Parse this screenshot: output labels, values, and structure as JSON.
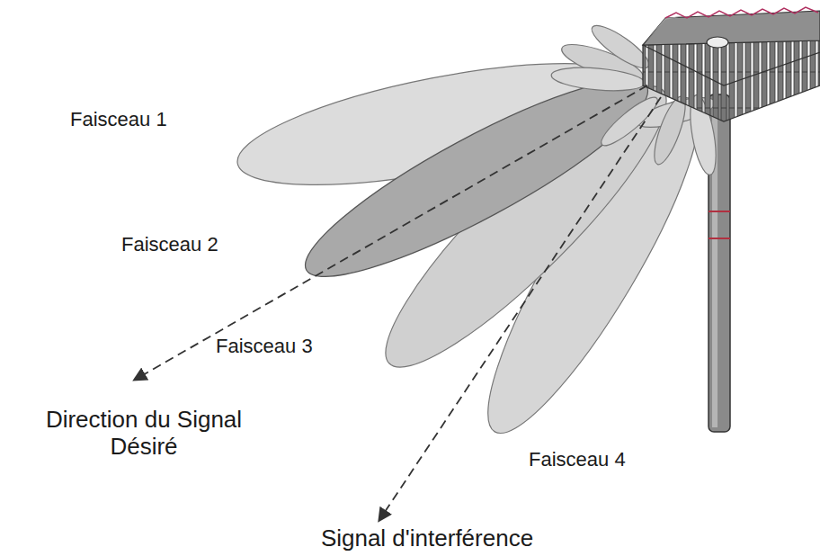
{
  "diagram": {
    "labels": [
      "Faisceau 1",
      "Faisceau 2",
      "Faisceau 3",
      "Faisceau 4",
      "Direction du Signal Désiré",
      "Signal d'interférence"
    ]
  }
}
